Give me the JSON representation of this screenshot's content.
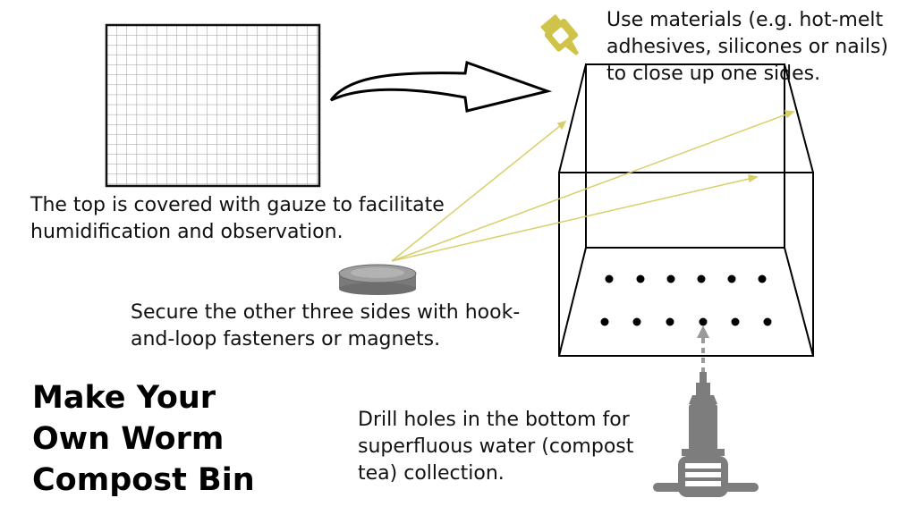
{
  "title": "Make Your Own Worm Compost Bin",
  "annotations": {
    "gauze": "The top is covered with gauze to facilitate humidification and observation.",
    "close_side": "Use materials (e.g. hot-melt adhesives, silicones or nails) to close up one sides.",
    "secure": "Secure the other three sides with hook-and-loop fasteners or magnets.",
    "drill": "Drill holes in the bottom for superfluous water (compost tea) collection."
  },
  "icons": {
    "glue": "glue-bottle-icon",
    "magnet": "magnet-disc-icon",
    "drill": "drill-icon",
    "arrow": "curved-arrow-icon"
  },
  "colors": {
    "glue": "#cfc34a",
    "leader_lines": "#d9cf6a",
    "magnet": "#7a7a7a",
    "drill": "#7d7d7d",
    "outline": "#000000"
  }
}
